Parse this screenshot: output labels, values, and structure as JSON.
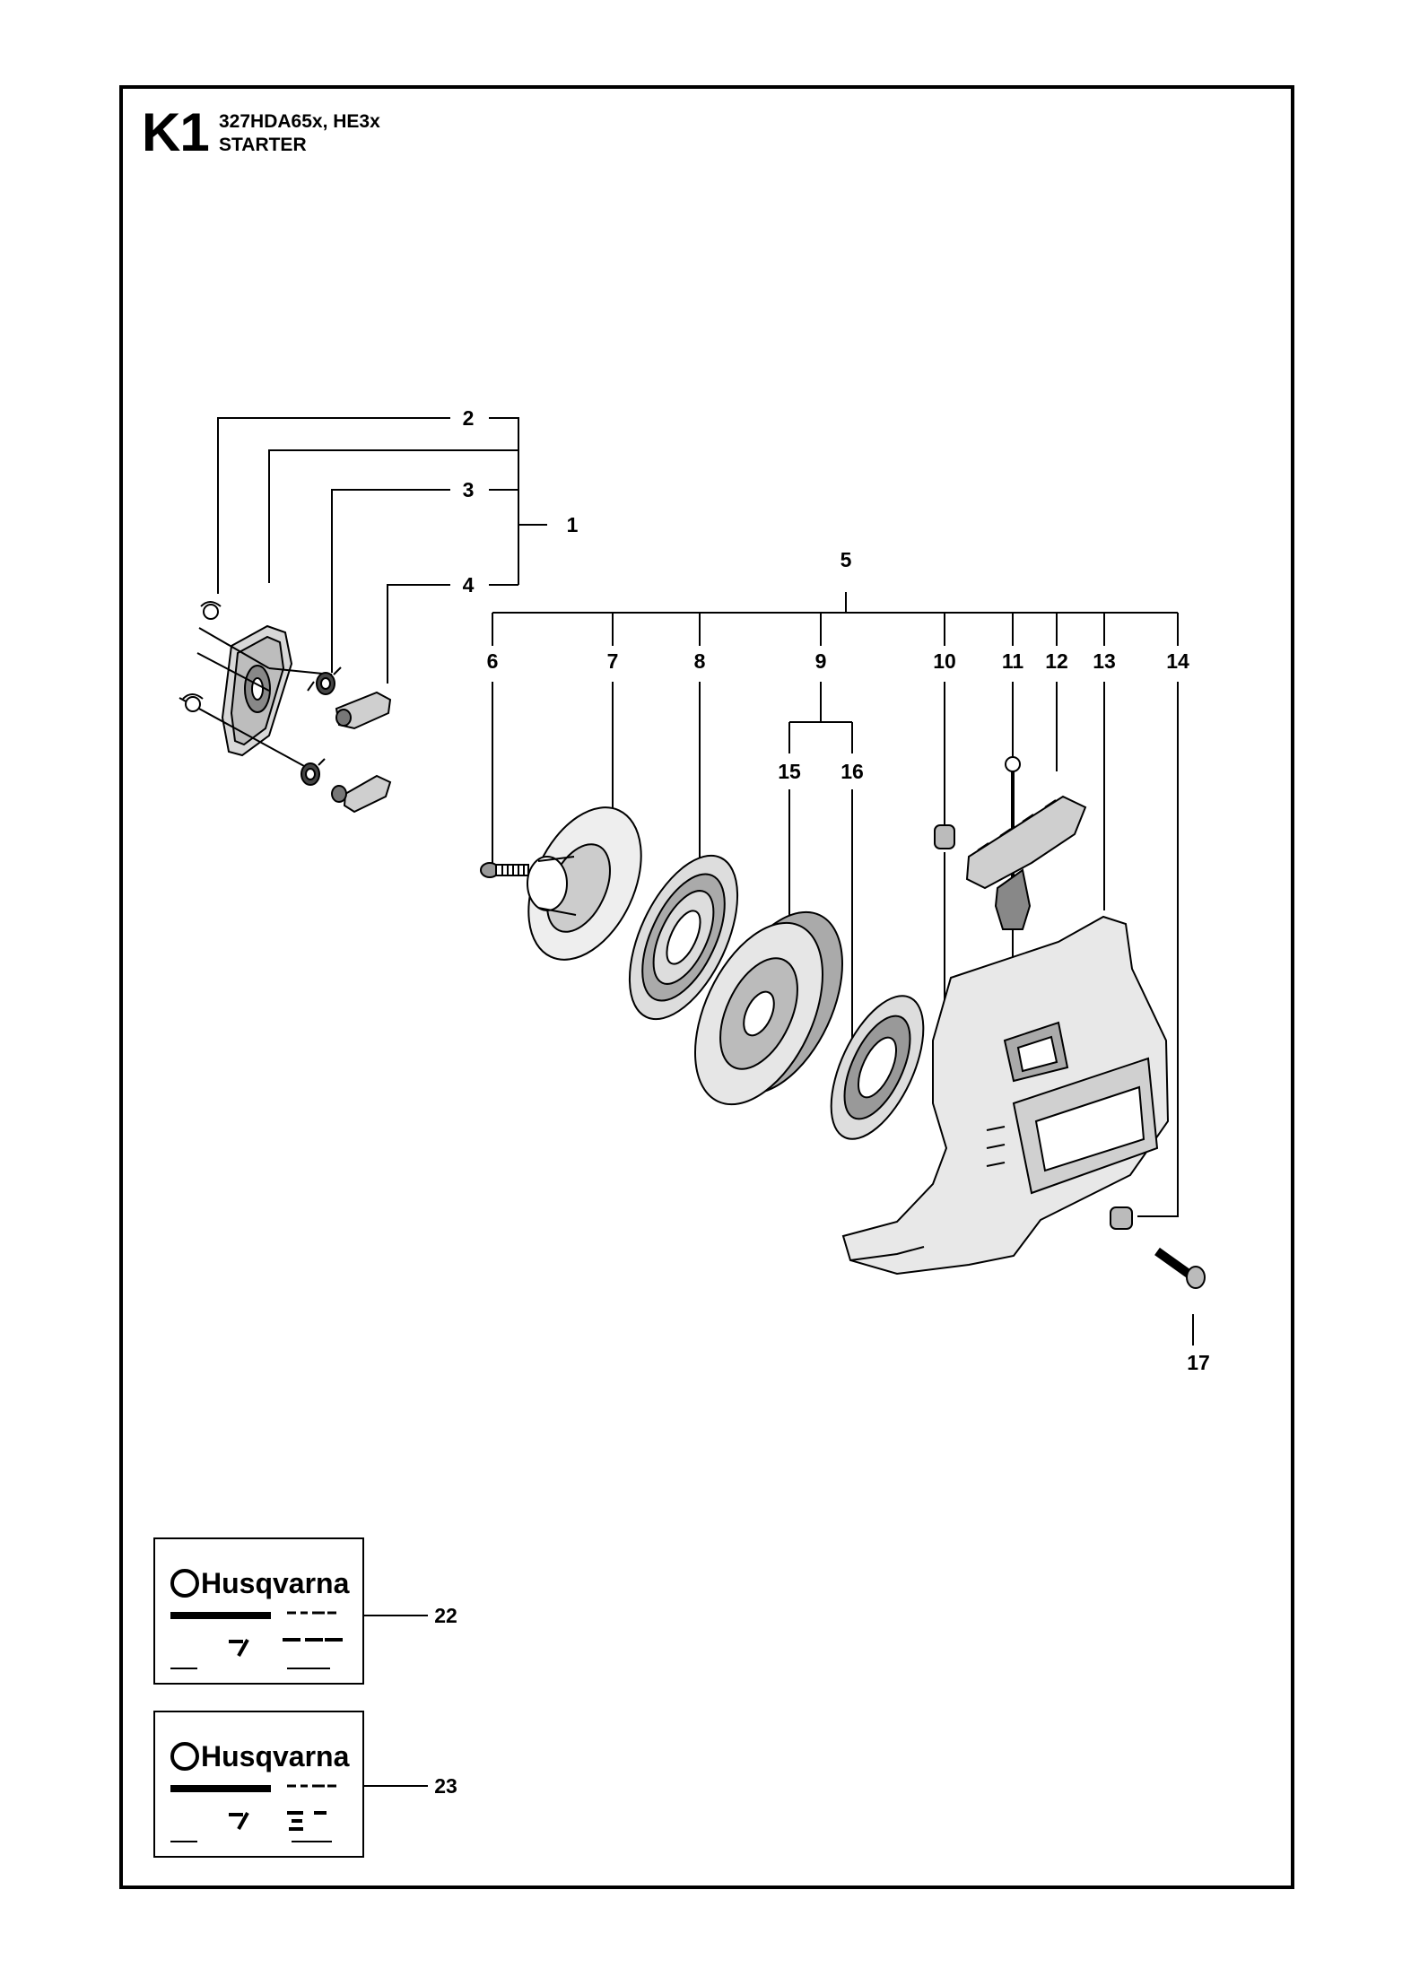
{
  "header": {
    "code": "K1",
    "models": "327HDA65x, HE3x",
    "section": "STARTER"
  },
  "callouts": {
    "c1": "1",
    "c2": "2",
    "c3": "3",
    "c4": "4",
    "c5": "5",
    "c6": "6",
    "c7": "7",
    "c8": "8",
    "c9": "9",
    "c10": "10",
    "c11": "11",
    "c12": "12",
    "c13": "13",
    "c14": "14",
    "c15": "15",
    "c16": "16",
    "c17": "17",
    "c22": "22",
    "c23": "23"
  },
  "decals": {
    "brand": "Husqvarna"
  }
}
